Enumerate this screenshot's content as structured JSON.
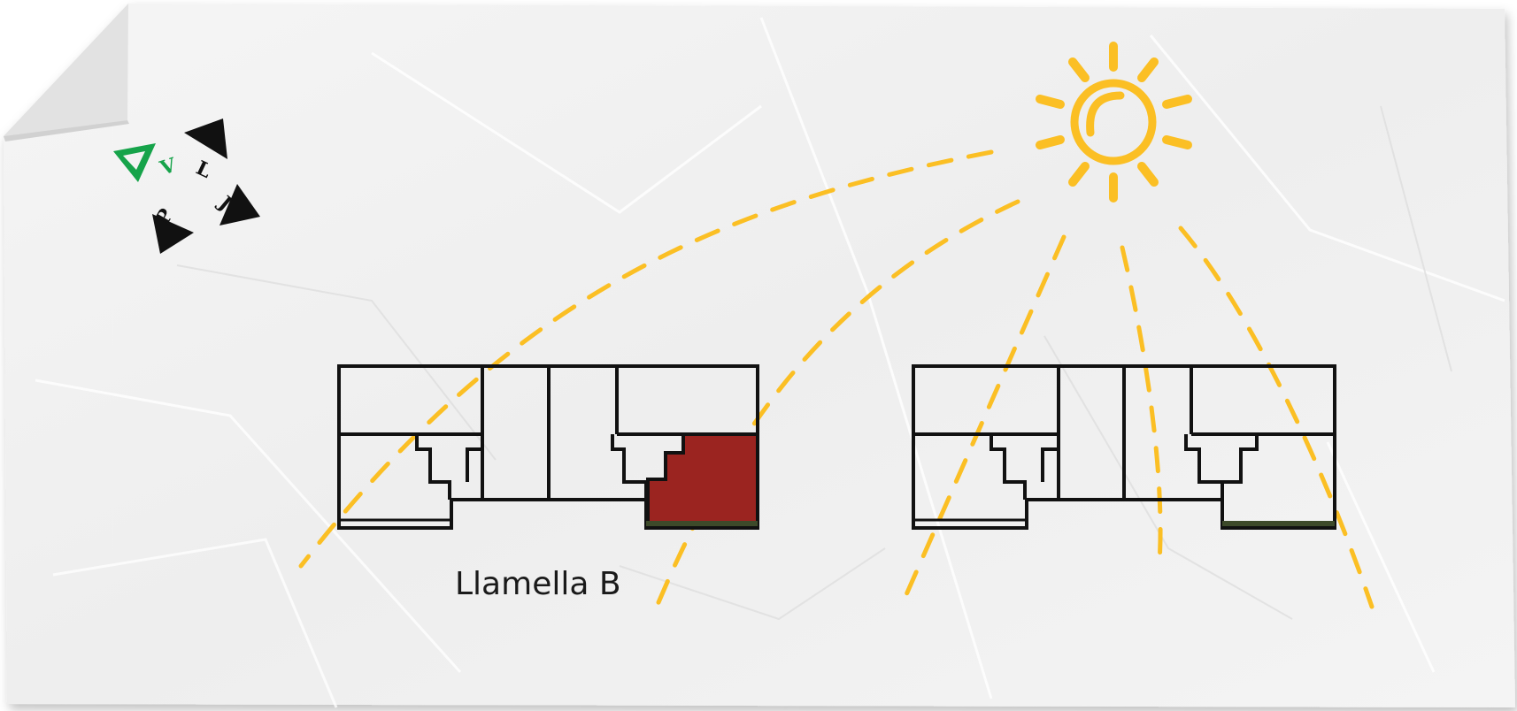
{
  "caption": "Llamella B",
  "logo": {
    "letters": [
      "V",
      "L",
      "J",
      "P"
    ]
  },
  "colors": {
    "paper": "#f3f3f3",
    "paper_shadow": "#d9d9d9",
    "sun": "#fbbf24",
    "wall": "#111111",
    "highlight_unit": "#9b2420",
    "terrace": "#3d4a2a",
    "logo_green": "#16a34a",
    "logo_black": "#111111"
  },
  "icons": [
    "sun-icon",
    "logo-icon"
  ]
}
